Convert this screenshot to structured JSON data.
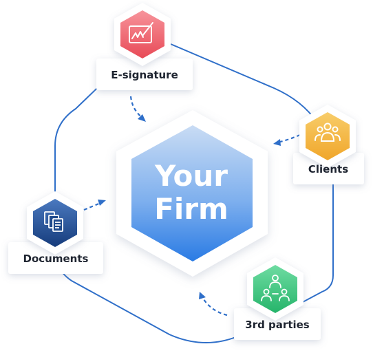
{
  "center": {
    "line1": "Your",
    "line2": "Firm"
  },
  "nodes": {
    "esignature": {
      "label": "E-signature",
      "icon": "signature-chart-icon",
      "color": "#ef5d68"
    },
    "clients": {
      "label": "Clients",
      "icon": "group-people-icon",
      "color": "#f3b43c"
    },
    "third_parties": {
      "label": "3rd parties",
      "icon": "people-exchange-icon",
      "color": "#36c47c"
    },
    "documents": {
      "label": "Documents",
      "icon": "documents-stack-icon",
      "color": "#1f4e96"
    }
  },
  "colors": {
    "ring": "#2f6fc9",
    "arrow": "#2f6fc9",
    "core_top": "#c5d9f3",
    "core_bottom": "#2f7fe6"
  }
}
